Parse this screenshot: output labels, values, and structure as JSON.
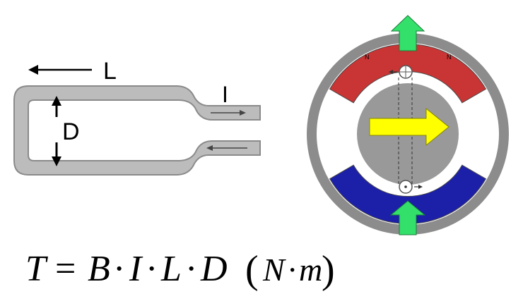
{
  "loop_diagram": {
    "label_length": "L",
    "label_current": "I",
    "label_width": "D"
  },
  "motor_diagram": {
    "pole_label_left": "N",
    "pole_label_right": "N",
    "colors": {
      "housing": "#8c8c8c",
      "gap": "#ffffff",
      "north_pole": "#c93434",
      "south_pole": "#1c1fa8",
      "rotor": "#999999",
      "field_arrow": "#ffff00",
      "force_arrow": "#33e06a"
    }
  },
  "formula": {
    "lhs": "T",
    "equals": "=",
    "terms": [
      "B",
      "I",
      "L",
      "D"
    ],
    "dot": "·",
    "unit_n": "N",
    "unit_m": "m",
    "paren_open": "(",
    "paren_close": ")"
  }
}
